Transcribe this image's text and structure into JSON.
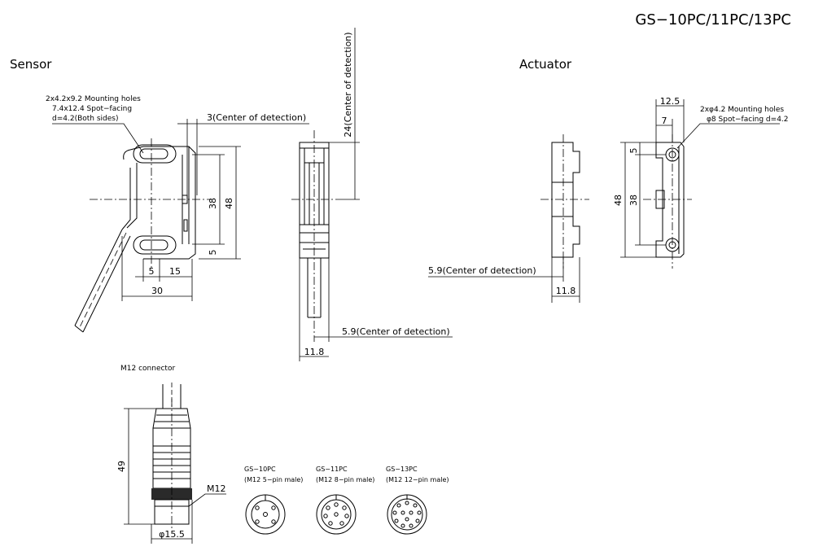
{
  "title": "GS−10PC/11PC/13PC",
  "sensor": {
    "heading": "Sensor",
    "note_line1": "2x4.2x9.2 Mounting holes",
    "note_line2": "7.4x12.4 Spot−facing",
    "note_line3": "d=4.2(Both sides)",
    "center_top": "3(Center of detection)",
    "dim_38": "38",
    "dim_48": "48",
    "dim_5": "5",
    "dim_5b": "5",
    "dim_15": "15",
    "dim_30": "30"
  },
  "side_view": {
    "center_vertical": "24(Center of detection)",
    "center_bottom": "5.9(Center of detection)",
    "dim_118": "11.8"
  },
  "actuator": {
    "heading": "Actuator",
    "note_line1": "2xφ4.2 Mounting holes",
    "note_line2": "φ8 Spot−facing d=4.2",
    "dim_125": "12.5",
    "dim_7": "7",
    "dim_5": "5",
    "dim_38": "38",
    "dim_48": "48",
    "center_label": "5.9(Center of detection)",
    "dim_118": "11.8"
  },
  "connector": {
    "heading": "M12 connector",
    "dim_49": "49",
    "thread": "M12",
    "diameter": "φ15.5",
    "pins": [
      {
        "model": "GS−10PC",
        "desc": "(M12 5−pin male)"
      },
      {
        "model": "GS−11PC",
        "desc": "(M12 8−pin male)"
      },
      {
        "model": "GS−13PC",
        "desc": "(M12 12−pin male)"
      }
    ]
  }
}
